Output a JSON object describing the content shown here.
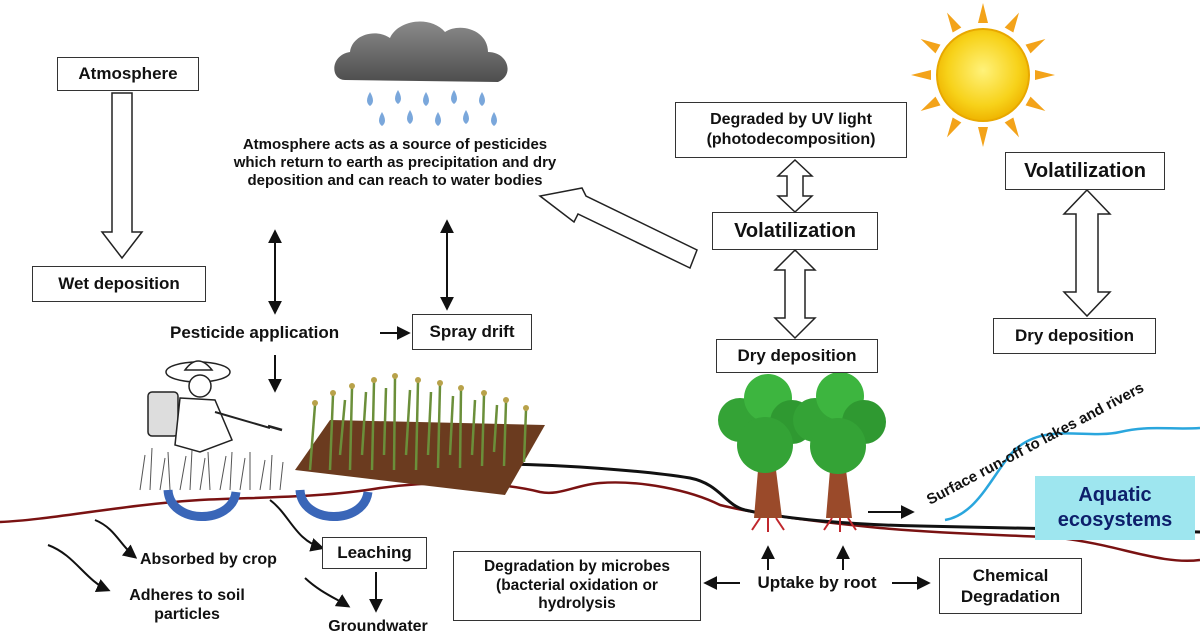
{
  "atmosphere": "Atmosphere",
  "wet_deposition": "Wet deposition",
  "atmosphere_note": "Atmosphere acts as a source of pesticides which return to earth as precipitation and dry deposition and can reach to water bodies",
  "pesticide_application": "Pesticide application",
  "spray_drift": "Spray drift",
  "uv_degradation": "Degraded by UV light (photodecomposition)",
  "volatilization_center": "Volatilization",
  "dry_deposition_center": "Dry deposition",
  "volatilization_right": "Volatilization",
  "dry_deposition_right": "Dry deposition",
  "surface_runoff": "Surface run-off to lakes and rivers",
  "aquatic_ecosystems": "Aquatic ecosystems",
  "absorbed_by_crop": "Absorbed by crop",
  "adheres_to_soil": "Adheres to soil particles",
  "leaching": "Leaching",
  "groundwater": "Groundwater",
  "microbial_degradation": "Degradation by microbes (bacterial oxidation or hydrolysis",
  "uptake_by_root": "Uptake by root",
  "chemical_degradation": "Chemical Degradation",
  "colors": {
    "soil_line": "#7a1212",
    "water_line": "#2aa6dd",
    "aquatic_fill": "#9ee6ef",
    "aquatic_text": "#0d1f6b",
    "sun": "#f5c400",
    "sun_rays": "#f3a31a",
    "cloud": "#6e6e6e",
    "rain": "#7aa7db",
    "tree_foliage": "#34a336",
    "tree_trunk": "#9a4a2a",
    "crop": "#6b8f3a",
    "soil_bed": "#6b3b1f",
    "absorption_arrow": "#3a66b8"
  },
  "icons": [
    "rain-cloud-icon",
    "sun-icon",
    "farmer-sprayer-icon",
    "crop-field-icon",
    "tree-icon"
  ]
}
